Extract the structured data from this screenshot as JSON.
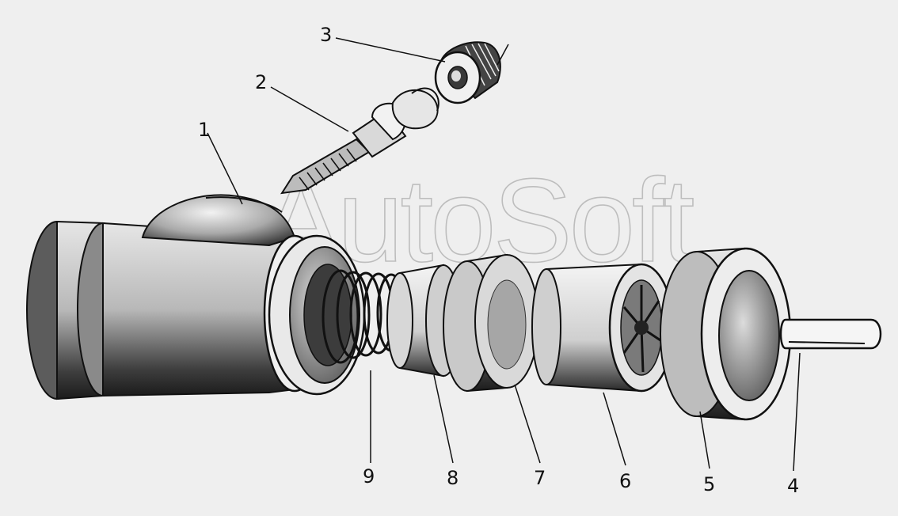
{
  "diagram": {
    "watermark": "AutoSoft",
    "callouts": [
      {
        "id": "1",
        "label": "1"
      },
      {
        "id": "2",
        "label": "2"
      },
      {
        "id": "3",
        "label": "3"
      },
      {
        "id": "4",
        "label": "4"
      },
      {
        "id": "5",
        "label": "5"
      },
      {
        "id": "6",
        "label": "6"
      },
      {
        "id": "7",
        "label": "7"
      },
      {
        "id": "8",
        "label": "8"
      },
      {
        "id": "9",
        "label": "9"
      }
    ],
    "colors": {
      "ink": "#111111",
      "paper": "#efefef",
      "shade": "#4a4a4a",
      "watermark": "#bdbdbd"
    }
  }
}
